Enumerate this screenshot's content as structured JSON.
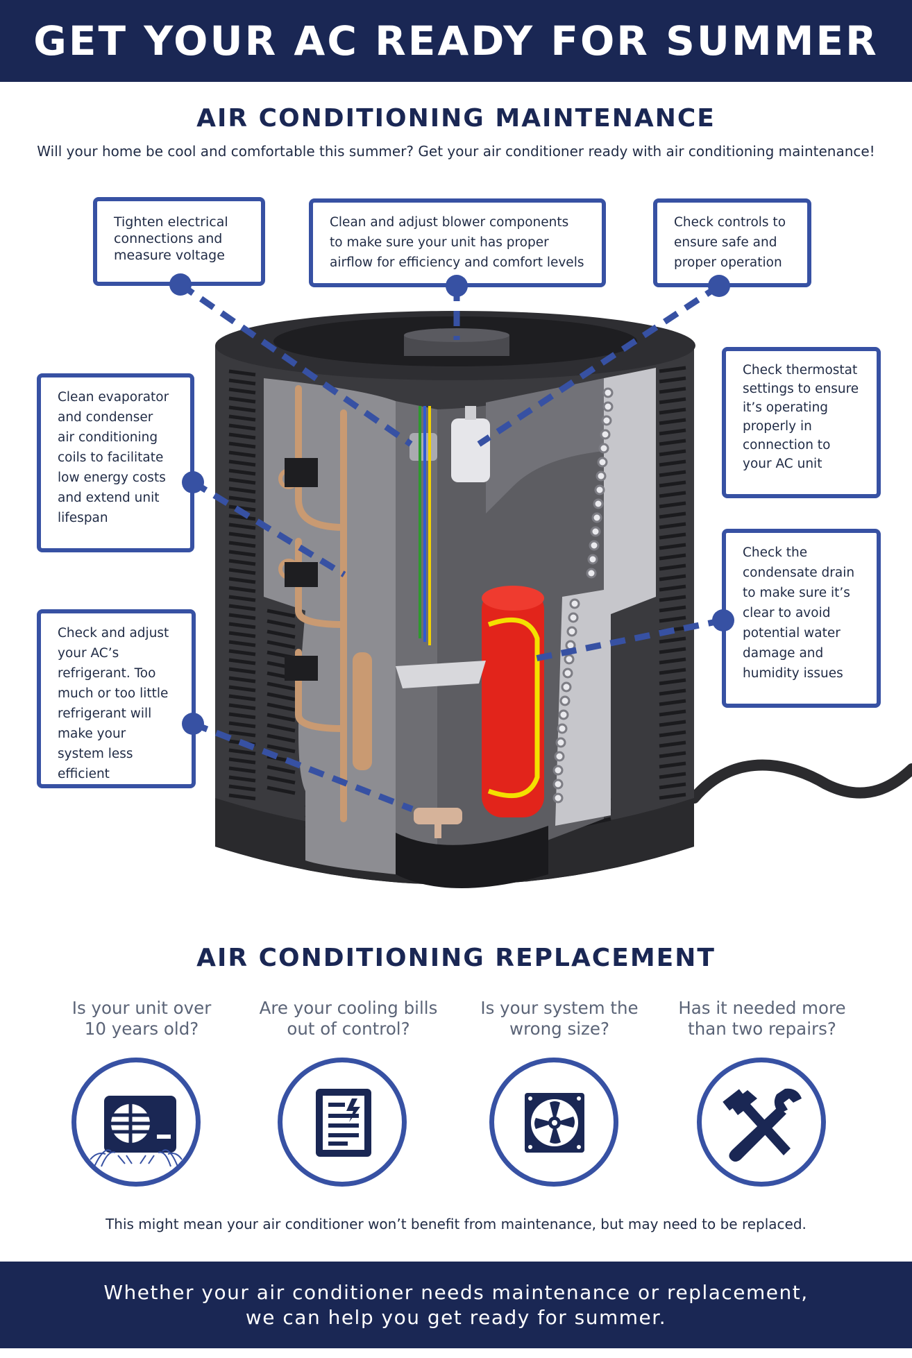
{
  "header": {
    "title": "GET YOUR AC READY FOR SUMMER"
  },
  "maintenance": {
    "title": "AIR CONDITIONING MAINTENANCE",
    "intro": "Will your home be cool and comfortable this summer? Get your air conditioner ready with air conditioning maintenance!",
    "callouts": [
      {
        "text": "Tighten electrical connections and measure voltage"
      },
      {
        "text": "Clean and adjust blower components to make sure your unit has proper airflow for efficiency and comfort levels"
      },
      {
        "text": "Check controls to ensure safe and proper operation"
      },
      {
        "text": "Clean evaporator and condenser air conditioning coils to facilitate low energy costs and extend unit lifespan"
      },
      {
        "text": "Check thermostat settings to ensure it’s operating properly in connection to your AC unit"
      },
      {
        "text": "Check the condensate drain to make sure it’s clear  to avoid potential water damage and humidity issues"
      },
      {
        "text": "Check and adjust your AC’s refrigerant. Too much or too little refrigerant will make your system less efficient"
      }
    ]
  },
  "replacement": {
    "title": "AIR CONDITIONING REPLACEMENT",
    "questions": [
      {
        "line1": "Is your unit over",
        "line2": "10 years old?",
        "icon": "old-ac-unit-icon"
      },
      {
        "line1": "Are your cooling bills",
        "line2": "out of control?",
        "icon": "energy-bill-icon"
      },
      {
        "line1": "Is your system the",
        "line2": "wrong size?",
        "icon": "fan-box-icon"
      },
      {
        "line1": "Has it needed more",
        "line2": "than two repairs?",
        "icon": "hammer-wrench-icon"
      }
    ],
    "note": "This might mean your air conditioner won’t benefit from maintenance, but may need to be replaced."
  },
  "footer": {
    "line1": "Whether your air conditioner needs maintenance or replacement,",
    "line2": "we can help you get ready for summer."
  },
  "colors": {
    "navy": "#1a2754",
    "accent_blue": "#3751a3",
    "unit_gray": "#3a3a3e",
    "copper": "#c99a72",
    "compressor_red": "#e2241b"
  }
}
